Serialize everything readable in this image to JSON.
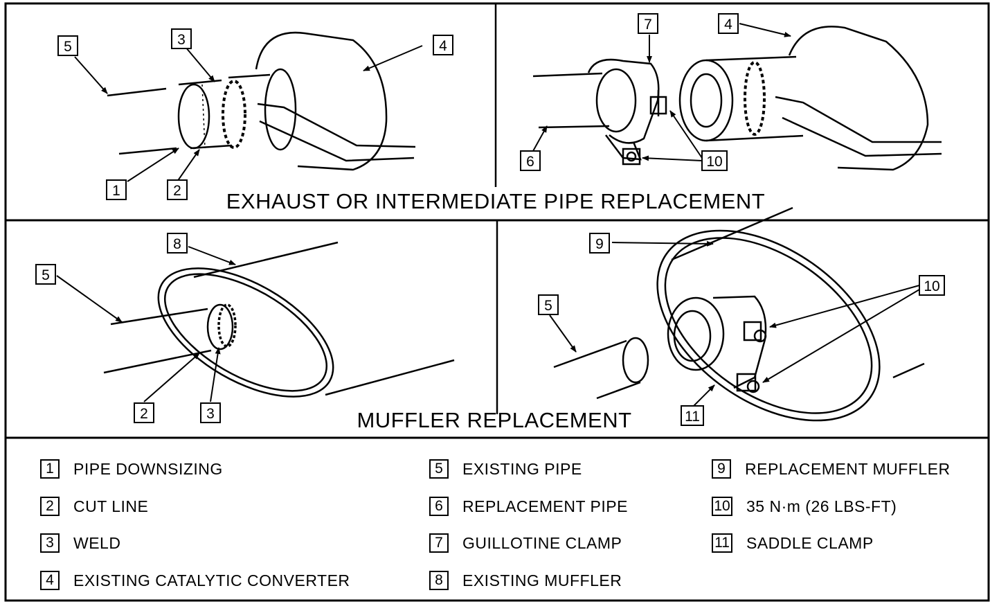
{
  "titles": {
    "top": "EXHAUST OR INTERMEDIATE PIPE REPLACEMENT",
    "bottom": "MUFFLER REPLACEMENT"
  },
  "callouts": {
    "n1": "1",
    "n2": "2",
    "n3": "3",
    "n4": "4",
    "n5": "5",
    "n6": "6",
    "n7": "7",
    "n8": "8",
    "n9": "9",
    "n10": "10",
    "n11": "11"
  },
  "legend": {
    "col1": [
      {
        "num": "1",
        "text": "PIPE DOWNSIZING"
      },
      {
        "num": "2",
        "text": "CUT LINE"
      },
      {
        "num": "3",
        "text": "WELD"
      },
      {
        "num": "4",
        "text": "EXISTING CATALYTIC CONVERTER"
      }
    ],
    "col2": [
      {
        "num": "5",
        "text": "EXISTING PIPE"
      },
      {
        "num": "6",
        "text": "REPLACEMENT PIPE"
      },
      {
        "num": "7",
        "text": "GUILLOTINE CLAMP"
      },
      {
        "num": "8",
        "text": "EXISTING MUFFLER"
      }
    ],
    "col3": [
      {
        "num": "9",
        "text": "REPLACEMENT MUFFLER"
      },
      {
        "num": "10",
        "text": "35 N·m (26 LBS-FT)"
      },
      {
        "num": "11",
        "text": "SADDLE CLAMP"
      }
    ]
  }
}
